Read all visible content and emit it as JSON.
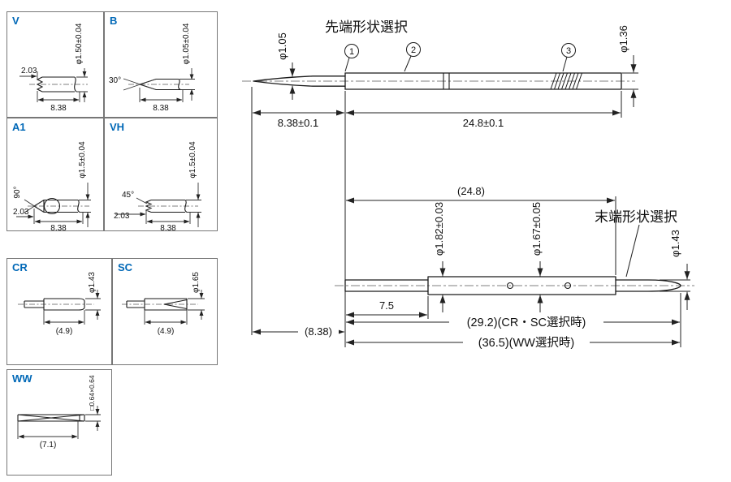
{
  "colors": {
    "accent_blue": "#0068b7",
    "line": "#1a1a1a",
    "background": "#ffffff"
  },
  "panels": {
    "v": {
      "label": "V",
      "dim_depth": "2.03",
      "dim_dia": "φ1.50±0.04",
      "dim_len": "8.38"
    },
    "b": {
      "label": "B",
      "dim_angle": "30°",
      "dim_dia": "φ1.05±0.04",
      "dim_len": "8.38"
    },
    "a1": {
      "label": "A1",
      "dim_angle": "90°",
      "dim_depth": "2.03",
      "dim_dia": "φ1.5±0.04",
      "dim_len": "8.38"
    },
    "vh": {
      "label": "VH",
      "dim_angle": "45°",
      "dim_depth": "2.03",
      "dim_dia": "φ1.5±0.04",
      "dim_len": "8.38"
    },
    "cr": {
      "label": "CR",
      "dim_dia": "φ1.43",
      "dim_len": "(4.9)"
    },
    "sc": {
      "label": "SC",
      "dim_dia": "φ1.65",
      "dim_len": "(4.9)"
    },
    "ww": {
      "label": "WW",
      "dim_section": "□0.64×0.64",
      "dim_len": "(7.1)"
    }
  },
  "main": {
    "tip_select_label": "先端形状選択",
    "end_select_label": "末端形状選択",
    "callout_1": "1",
    "callout_2": "2",
    "callout_3": "3",
    "top_view": {
      "dia_tip": "φ1.05",
      "dia_body": "φ1.36",
      "len_tip": "8.38±0.1",
      "len_body": "24.8±0.1"
    },
    "bottom_view": {
      "len_body": "(24.8)",
      "dia_barrel": "φ1.82±0.03",
      "dia_inner": "φ1.67±0.05",
      "dia_end": "φ1.43",
      "len_front": "7.5",
      "len_tip_ref": "(8.38)",
      "len_total_crsc": "(29.2)(CR・SC選択時)",
      "len_total_ww": "(36.5)(WW選択時)"
    }
  }
}
